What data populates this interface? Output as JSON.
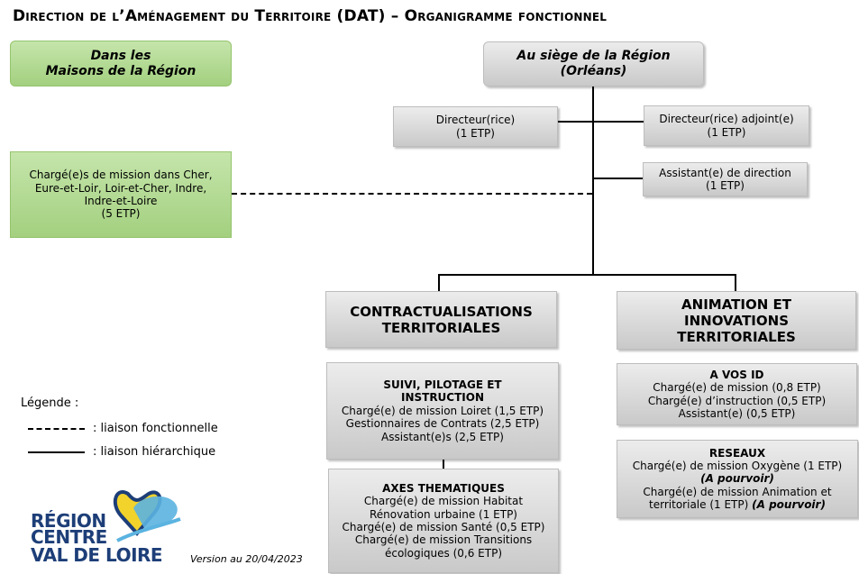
{
  "title": "Direction de l’Aménagement du Territoire (DAT) – Organigramme fonctionnel",
  "maisons": {
    "line1": "Dans les",
    "line2": "Maisons de la Région"
  },
  "siege": {
    "line1": "Au siège de la Région",
    "line2": "(Orléans)"
  },
  "directeur": {
    "line1": "Directeur(rice)",
    "line2": "(1 ETP)"
  },
  "adjoint": {
    "line1": "Directeur(rice) adjoint(e)",
    "line2": "(1 ETP)"
  },
  "assistant_direction": {
    "line1": "Assistant(e) de direction",
    "line2": "(1 ETP)"
  },
  "charges_mission": {
    "line1": "Chargé(e)s de mission dans Cher,",
    "line2": "Eure-et-Loir, Loir-et-Cher, Indre,",
    "line3": "Indre-et-Loire",
    "line4": "(5 ETP)"
  },
  "contract": {
    "line1": "CONTRACTUALISATIONS",
    "line2": "TERRITORIALES"
  },
  "animation": {
    "line1": "ANIMATION ET",
    "line2": "INNOVATIONS",
    "line3": "TERRITORIALES"
  },
  "suivi": {
    "head1": "SUIVI, PILOTAGE ET",
    "head2": "INSTRUCTION",
    "l1": "Chargé(e) de mission Loiret (1,5 ETP)",
    "l2": "Gestionnaires de Contrats (2,5 ETP)",
    "l3": "Assistant(e)s (2,5 ETP)"
  },
  "axes": {
    "head": "AXES THEMATIQUES",
    "l1": "Chargé(e) de mission Habitat",
    "l2": "Rénovation urbaine (1 ETP)",
    "l3": "Chargé(e) de mission Santé (0,5 ETP)",
    "l4": "Chargé(e) de mission Transitions",
    "l5": "écologiques (0,6 ETP)"
  },
  "avosid": {
    "head": "A VOS ID",
    "l1": "Chargé(e) de mission (0,8 ETP)",
    "l2": "Chargé(e) d’instruction (0,5 ETP)",
    "l3": "Assistant(e) (0,5 ETP)"
  },
  "reseaux": {
    "head": "RESEAUX",
    "l1": "Chargé(e) de mission Oxygène (1 ETP)",
    "l2": "(A pourvoir)",
    "l3": "Chargé(e) de mission Animation et",
    "l4": "territoriale (1 ETP)",
    "l4b": "(A pourvoir)"
  },
  "legend": {
    "title": "Légende :",
    "fonctionnelle": ": liaison fonctionnelle",
    "hierarchique": ": liaison hiérarchique"
  },
  "logo": {
    "line1": "RÉGION",
    "line2": "CENTRE",
    "line3": "VAL DE LOIRE"
  },
  "version": "Version au 20/04/2023"
}
